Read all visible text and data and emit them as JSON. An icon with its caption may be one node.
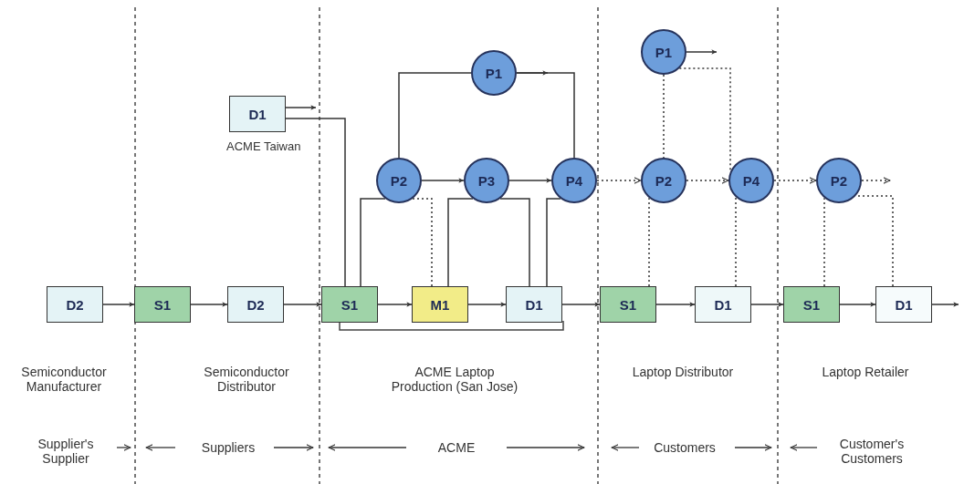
{
  "diagram": {
    "nodes": [
      {
        "text": [
          "D2"
        ]
      },
      {
        "text": [
          "S1"
        ]
      },
      {
        "text": [
          "D2"
        ]
      },
      {
        "text": [
          "S1"
        ]
      },
      {
        "text": [
          "M1"
        ]
      },
      {
        "text": [
          "D1"
        ]
      },
      {
        "text": [
          "S1"
        ]
      },
      {
        "text": [
          "D1"
        ]
      },
      {
        "text": [
          "S1"
        ]
      },
      {
        "text": [
          "D1"
        ]
      },
      {
        "text": [
          "P1"
        ]
      },
      {
        "text": [
          "P2"
        ]
      },
      {
        "text": [
          "P3"
        ]
      },
      {
        "text": [
          "P4"
        ]
      },
      {
        "text": [
          "P1"
        ]
      },
      {
        "text": [
          "P2"
        ]
      },
      {
        "text": [
          "P4"
        ]
      },
      {
        "text": [
          "P2"
        ]
      },
      {
        "text": [
          "D1"
        ],
        "beside": [
          "ACME Taiwan"
        ]
      }
    ],
    "edges": [
      {
        "from": 0,
        "to": 1,
        "arrow": "to"
      },
      {
        "from": 1,
        "to": 2,
        "arrow": "to"
      },
      {
        "from": 2,
        "to": 3,
        "arrow": "to"
      },
      {
        "from": 3,
        "to": 4,
        "arrow": "to"
      },
      {
        "from": 4,
        "to": 5,
        "arrow": "to"
      },
      {
        "from": 5,
        "to": 6,
        "arrow": "to"
      },
      {
        "from": 6,
        "to": 7,
        "arrow": "to"
      },
      {
        "from": 7,
        "to": 8,
        "arrow": "to"
      },
      {
        "from": 8,
        "to": 9,
        "arrow": "to"
      },
      {
        "from": 9,
        "to": null,
        "arrow": "to"
      },
      {
        "from": 18,
        "to": null,
        "arrow": "to"
      },
      {
        "from": 18,
        "to": 3,
        "arrow": "none"
      },
      {
        "from": 3,
        "to": 11,
        "arrow": "none"
      },
      {
        "from": 11,
        "to": 12,
        "arrow": "to"
      },
      {
        "from": 12,
        "to": 13,
        "arrow": "to"
      },
      {
        "from": 11,
        "to": 10,
        "arrow": "none"
      },
      {
        "from": 10,
        "to": null,
        "arrow": "to"
      },
      {
        "from": 13,
        "to": 10,
        "arrow": "none"
      },
      {
        "from": 4,
        "to": 11,
        "arrow": "none",
        "style": "dashed"
      },
      {
        "from": 4,
        "to": 12,
        "arrow": "none"
      },
      {
        "from": 12,
        "to": 5,
        "arrow": "none"
      },
      {
        "from": 5,
        "to": 13,
        "arrow": "none"
      },
      {
        "from": 13,
        "to": 15,
        "arrow": "to",
        "style": "dashed"
      },
      {
        "from": 6,
        "to": 15,
        "arrow": "none",
        "style": "dashed"
      },
      {
        "from": 14,
        "to": 15,
        "arrow": "none",
        "style": "dashed"
      },
      {
        "from": 14,
        "to": 16,
        "arrow": "none",
        "style": "dashed"
      },
      {
        "from": 15,
        "to": 16,
        "arrow": "to",
        "style": "dashed"
      },
      {
        "from": 7,
        "to": 16,
        "arrow": "none",
        "style": "dashed"
      },
      {
        "from": 16,
        "to": 17,
        "arrow": "to",
        "style": "dashed"
      },
      {
        "from": 17,
        "to": null,
        "arrow": "to",
        "style": "dashed"
      },
      {
        "from": 14,
        "to": null,
        "arrow": "to"
      },
      {
        "from": 8,
        "to": 17,
        "arrow": "none",
        "style": "dashed"
      },
      {
        "from": 9,
        "to": 17,
        "arrow": "none",
        "style": "dashed"
      }
    ],
    "labels": [
      "Semiconductor Manufacturer",
      "Semiconductor Distributor",
      "ACME Laptop Production (San Jose)",
      "Laptop Distributor",
      "Laptop Retailer",
      "Supplier's Supplier",
      "Suppliers",
      "ACME",
      "Customers",
      "Customer's Customers"
    ]
  }
}
